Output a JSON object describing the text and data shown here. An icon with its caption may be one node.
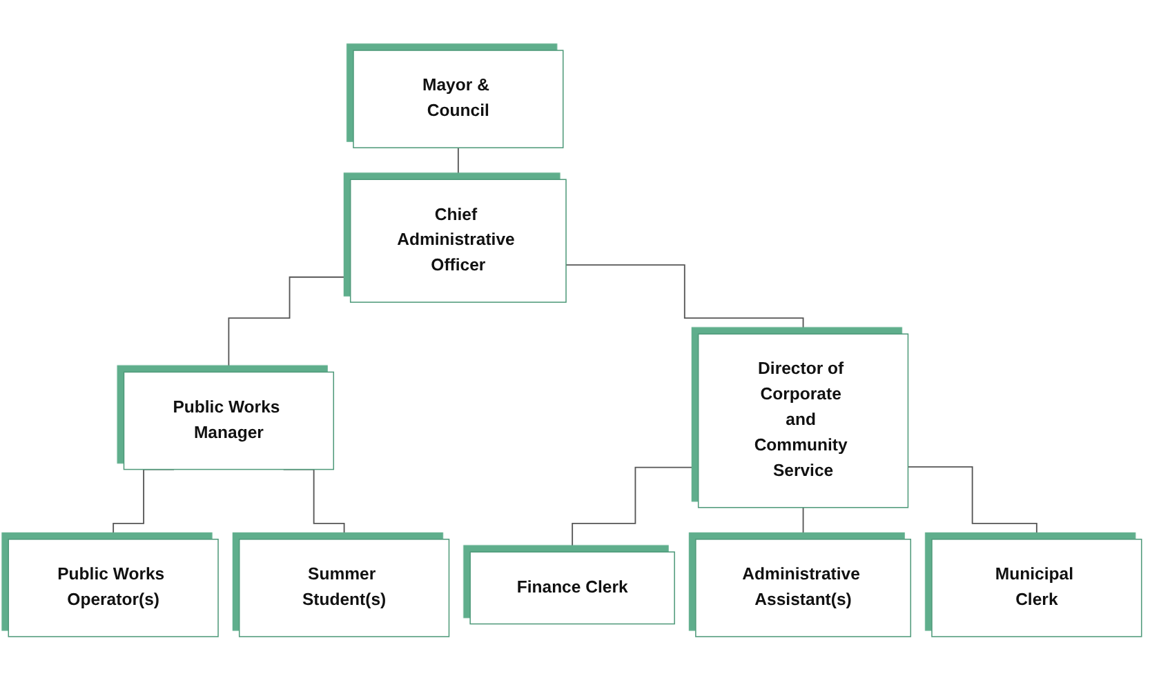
{
  "diagram": {
    "nodes": [
      {
        "text": [
          "Mayor & Council"
        ]
      },
      {
        "text": [
          "Chief Administrative Officer"
        ]
      },
      {
        "text": [
          "Public Works Manager"
        ]
      },
      {
        "text": [
          "Director of Corporate and Community Service"
        ]
      },
      {
        "text": [
          "Public Works Operator(s)"
        ]
      },
      {
        "text": [
          "Summer Student(s)"
        ]
      },
      {
        "text": [
          "Finance Clerk"
        ]
      },
      {
        "text": [
          "Administrative Assistant(s)"
        ]
      },
      {
        "text": [
          "Municipal Clerk"
        ]
      }
    ],
    "edges": [
      {
        "from": 0,
        "to": 1,
        "arrow": "none"
      },
      {
        "from": 1,
        "to": 2,
        "arrow": "none"
      },
      {
        "from": 1,
        "to": 3,
        "arrow": "none"
      },
      {
        "from": 2,
        "to": 4,
        "arrow": "none"
      },
      {
        "from": 2,
        "to": 5,
        "arrow": "none"
      },
      {
        "from": 3,
        "to": 6,
        "arrow": "none"
      },
      {
        "from": 3,
        "to": 7,
        "arrow": "none"
      },
      {
        "from": 3,
        "to": 8,
        "arrow": "none"
      }
    ]
  }
}
